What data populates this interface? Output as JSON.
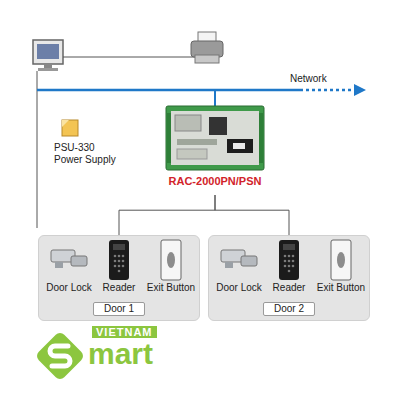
{
  "diagram": {
    "nodes": [
      {
        "text": [
          "RAC-2000PN/PSN"
        ]
      },
      {
        "text": [
          "PSU-330 Power Supply"
        ]
      },
      {
        "text": [
          "Door 1"
        ]
      },
      {
        "text": [
          "Door Lock"
        ],
        "in": 2
      },
      {
        "text": [
          "Reader"
        ],
        "in": 2
      },
      {
        "text": [
          "Exit Button"
        ],
        "in": 2
      },
      {
        "text": [
          "Door 2"
        ]
      },
      {
        "text": [
          "Door Lock"
        ],
        "in": 6
      },
      {
        "text": [
          "Reader"
        ],
        "in": 6
      },
      {
        "text": [
          "Exit Button"
        ],
        "in": 6
      }
    ],
    "edges": [
      {
        "from": 0,
        "to": 2,
        "arrow": "none"
      },
      {
        "from": 0,
        "to": 6,
        "arrow": "none"
      }
    ],
    "labels": [
      "Network",
      "VIETNAM",
      "mart"
    ]
  }
}
